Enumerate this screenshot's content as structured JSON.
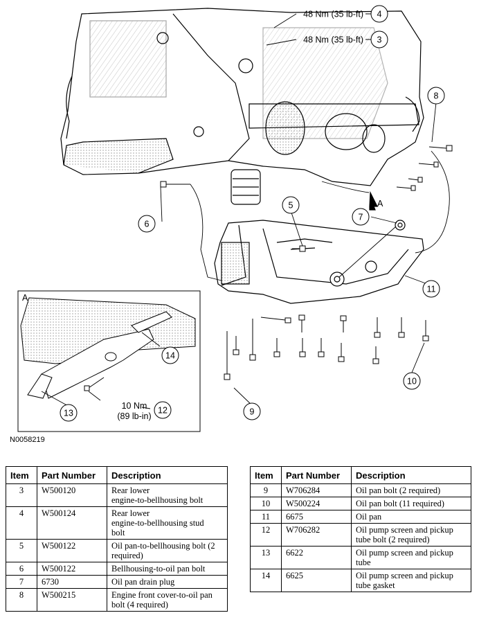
{
  "callouts": {
    "c3": {
      "num": "3",
      "torque": "48 Nm (35 lb-ft)"
    },
    "c4": {
      "num": "4",
      "torque": "48 Nm (35 lb-ft)"
    },
    "c5": {
      "num": "5"
    },
    "c6": {
      "num": "6"
    },
    "c7": {
      "num": "7"
    },
    "c8": {
      "num": "8"
    },
    "c9": {
      "num": "9"
    },
    "c10": {
      "num": "10"
    },
    "c11": {
      "num": "11"
    },
    "c12": {
      "num": "12",
      "torque_nm": "10 Nm",
      "torque_lbin": "(89 lb-in)"
    },
    "c13": {
      "num": "13"
    },
    "c14": {
      "num": "14"
    }
  },
  "view_arrow_label": "A",
  "inset_label": "A",
  "figure_id": "N0058219",
  "table_headers": {
    "item": "Item",
    "part_number": "Part Number",
    "description": "Description"
  },
  "parts_left": [
    {
      "item": "3",
      "part": "W500120",
      "desc": [
        "Rear lower",
        "engine-to-bellhousing bolt"
      ]
    },
    {
      "item": "4",
      "part": "W500124",
      "desc": [
        "Rear lower",
        "engine-to-bellhousing stud",
        "bolt"
      ]
    },
    {
      "item": "5",
      "part": "W500122",
      "desc": [
        "Oil pan-to-bellhousing bolt (2",
        "required)"
      ]
    },
    {
      "item": "6",
      "part": "W500122",
      "desc": [
        "Bellhousing-to-oil pan bolt"
      ]
    },
    {
      "item": "7",
      "part": "6730",
      "desc": [
        "Oil pan drain plug"
      ]
    },
    {
      "item": "8",
      "part": "W500215",
      "desc": [
        "Engine front cover-to-oil pan",
        "bolt (4 required)"
      ]
    }
  ],
  "parts_right": [
    {
      "item": "9",
      "part": "W706284",
      "desc": [
        "Oil pan bolt (2 required)"
      ]
    },
    {
      "item": "10",
      "part": "W500224",
      "desc": [
        "Oil pan bolt (11 required)"
      ]
    },
    {
      "item": "11",
      "part": "6675",
      "desc": [
        "Oil pan"
      ]
    },
    {
      "item": "12",
      "part": "W706282",
      "desc": [
        "Oil pump screen and pickup",
        "tube bolt (2 required)"
      ]
    },
    {
      "item": "13",
      "part": "6622",
      "desc": [
        "Oil pump screen and pickup",
        "tube"
      ]
    },
    {
      "item": "14",
      "part": "6625",
      "desc": [
        "Oil pump screen and pickup",
        "tube gasket"
      ]
    }
  ]
}
